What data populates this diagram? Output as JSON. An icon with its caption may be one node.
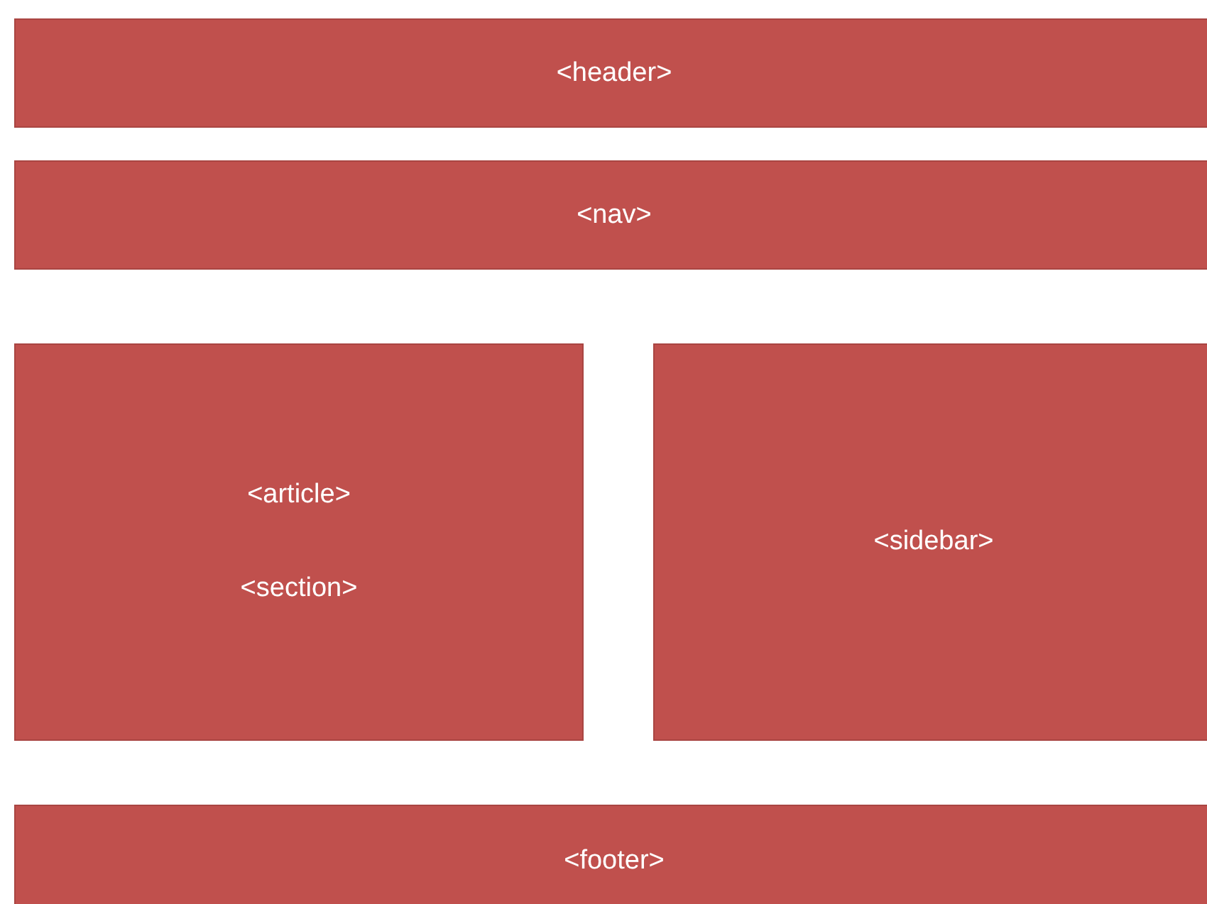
{
  "diagram": {
    "nodes": [
      {
        "text": [
          "<header>"
        ]
      },
      {
        "text": [
          "<nav>"
        ]
      },
      {
        "text": [
          "<article>",
          "<section>"
        ]
      },
      {
        "text": [
          "<sidebar>"
        ]
      },
      {
        "text": [
          "<footer>"
        ]
      }
    ]
  }
}
